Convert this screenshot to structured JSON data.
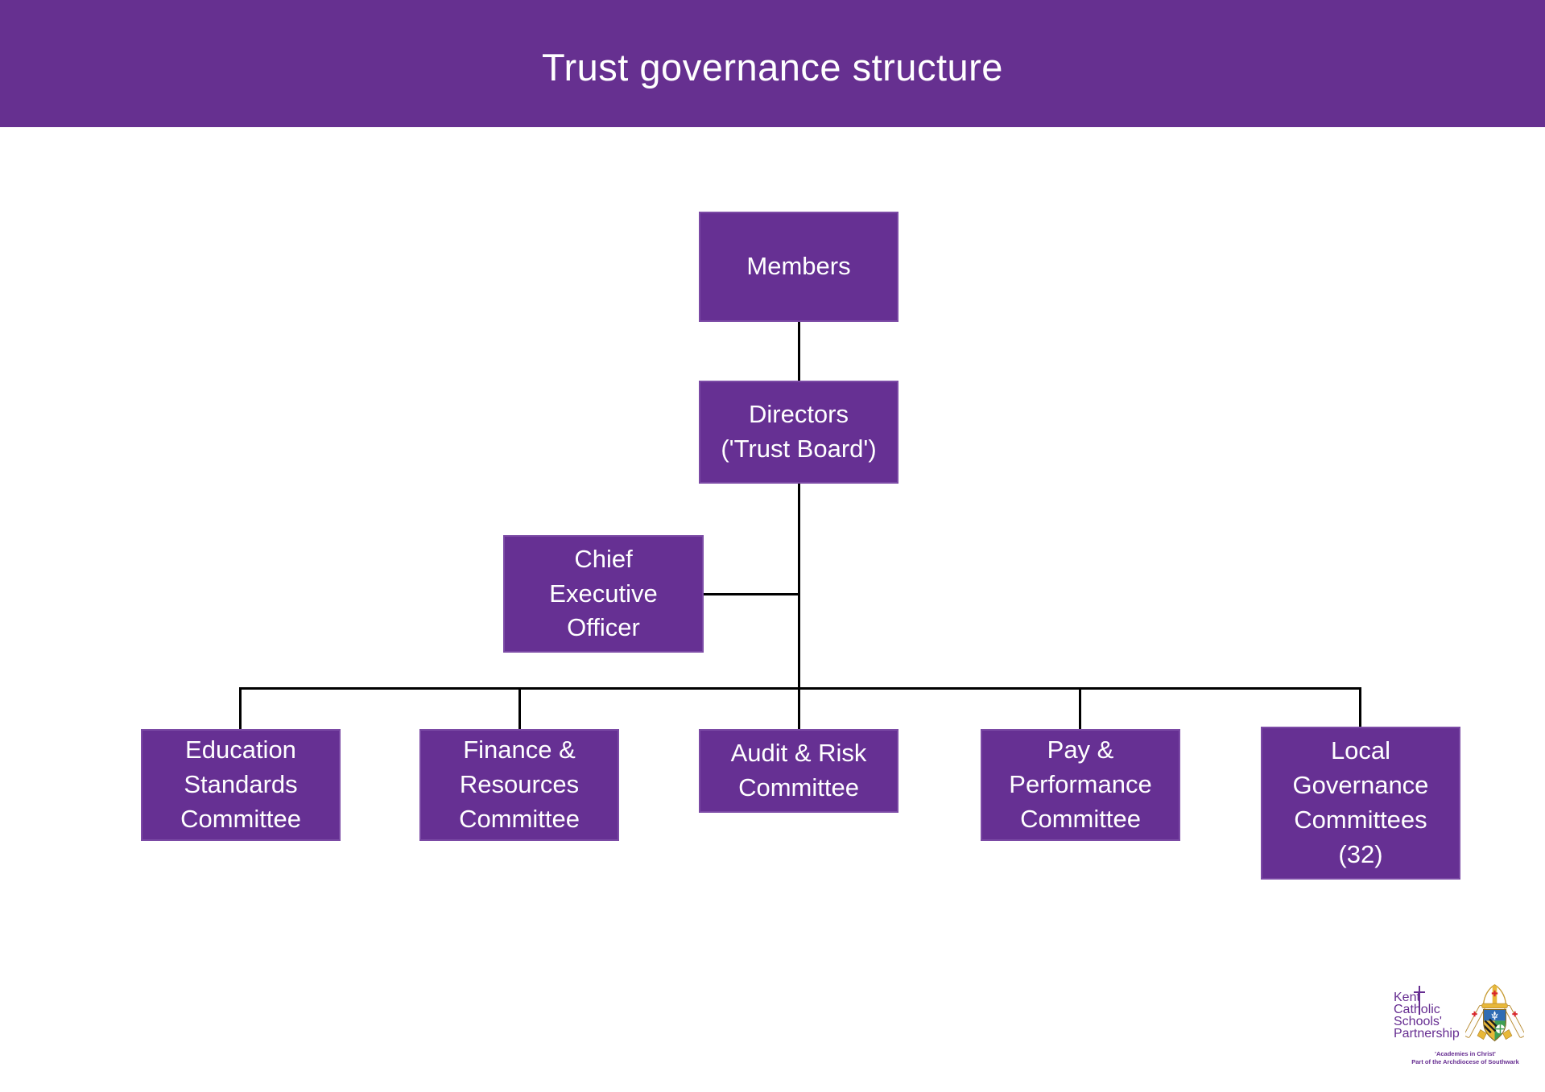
{
  "header": {
    "title": "Trust governance structure",
    "bg_color": "#663090",
    "text_color": "#ffffff"
  },
  "org_chart": {
    "box_color": "#663093",
    "box_text_color": "#ffffff",
    "connector_color": "#000000",
    "nodes": {
      "members": {
        "label_lines": [
          "Members"
        ]
      },
      "directors": {
        "label_lines": [
          "Directors",
          "('Trust Board')"
        ]
      },
      "ceo": {
        "label_lines": [
          "Chief",
          "Executive",
          "Officer"
        ]
      },
      "education": {
        "label_lines": [
          "Education",
          "Standards",
          "Committee"
        ]
      },
      "finance": {
        "label_lines": [
          "Finance &",
          "Resources",
          "Committee"
        ]
      },
      "audit": {
        "label_lines": [
          "Audit & Risk",
          "Committee"
        ]
      },
      "pay": {
        "label_lines": [
          "Pay &",
          "Performance",
          "Committee"
        ]
      },
      "local": {
        "label_lines": [
          "Local",
          "Governance",
          "Committees",
          "(32)"
        ]
      }
    },
    "edges": [
      "members-directors",
      "directors-ceo",
      "directors-education",
      "directors-finance",
      "directors-audit",
      "directors-pay",
      "directors-local"
    ]
  },
  "logo": {
    "name_lines": [
      "Kent",
      "Catholic",
      "Schools'",
      "Partnership"
    ],
    "tagline1": "'Academies in Christ'",
    "tagline2": "Part of the Archdiocese of Southwark",
    "text_color": "#662d91",
    "crest_colors": {
      "blue": "#2e6cb4",
      "gold": "#e8b839",
      "green": "#3f9f54",
      "red": "#d8262c",
      "white": "#ffffff"
    }
  }
}
